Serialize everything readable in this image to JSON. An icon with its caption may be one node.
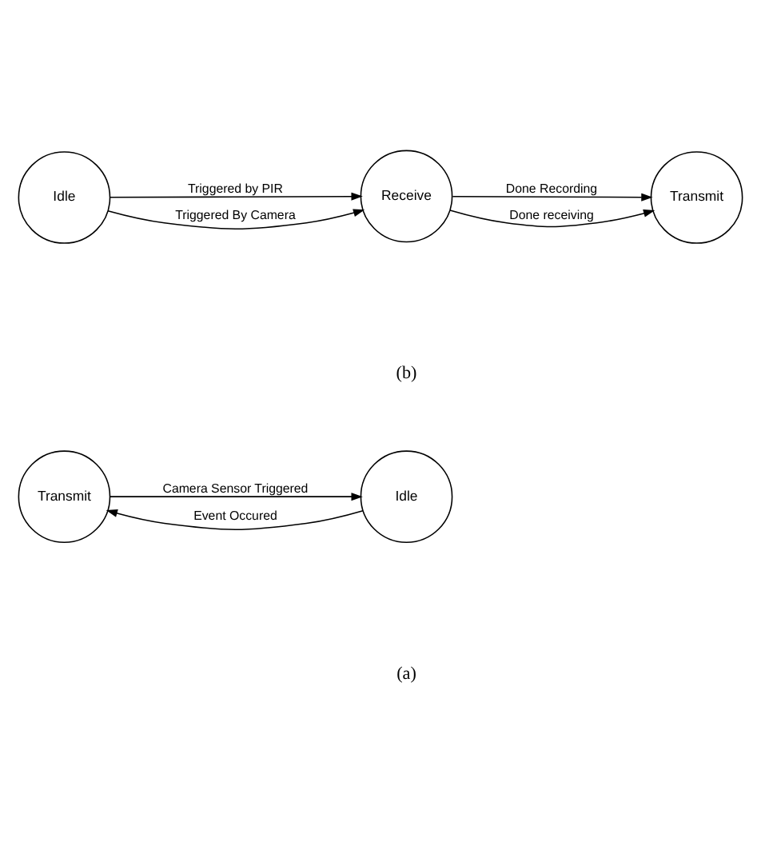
{
  "diagram": {
    "nodes": [
      {
        "text": [
          "Transmit"
        ]
      },
      {
        "text": [
          "Idle"
        ]
      },
      {
        "text": [
          "Idle"
        ]
      },
      {
        "text": [
          "Receive"
        ]
      },
      {
        "text": [
          "Transmit"
        ]
      }
    ],
    "edges": [
      {
        "from": 0,
        "to": 1,
        "arrow": "to",
        "label": "Camera Sensor Triggered"
      },
      {
        "from": 1,
        "to": 0,
        "arrow": "to",
        "label": "Event Occured"
      },
      {
        "from": 2,
        "to": 3,
        "arrow": "to",
        "label": "Triggered by PIR"
      },
      {
        "from": 2,
        "to": 3,
        "arrow": "to",
        "label": "Triggered By Camera"
      },
      {
        "from": 3,
        "to": 4,
        "arrow": "to",
        "label": "Done Recording"
      },
      {
        "from": 3,
        "to": 4,
        "arrow": "to",
        "label": "Done receiving"
      }
    ],
    "labels": [
      "(a)",
      "(b)"
    ]
  }
}
